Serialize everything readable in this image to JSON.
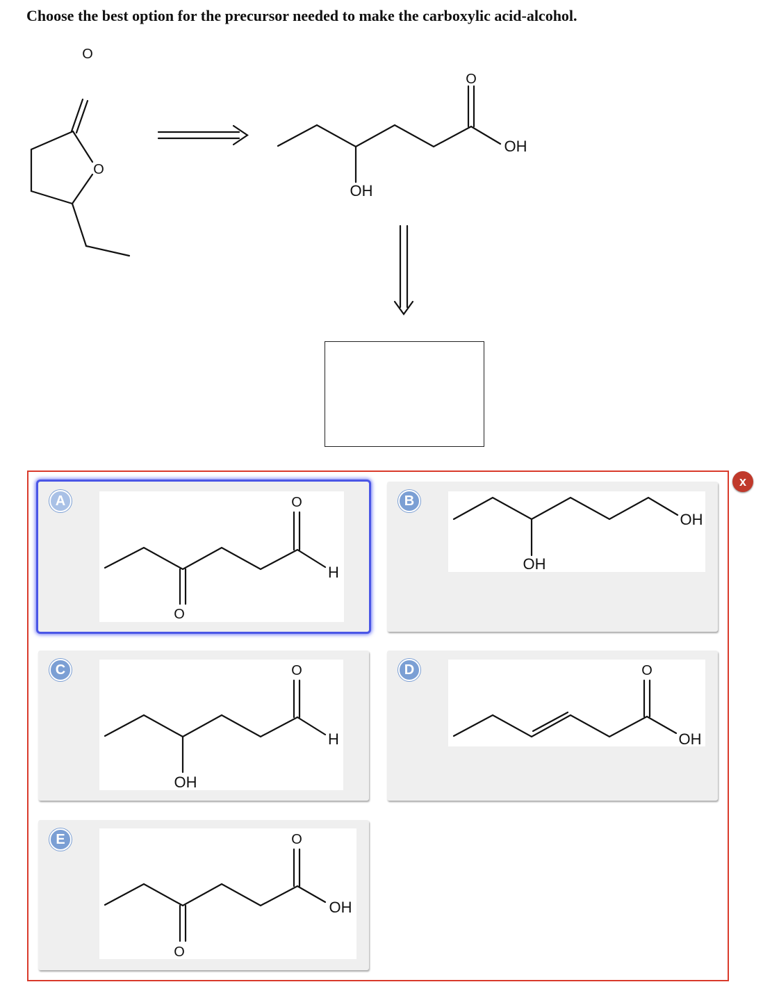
{
  "question": "Choose the best option for the precursor needed to make the carboxylic acid-alcohol.",
  "scheme": {
    "lactone_label": "O",
    "lactone_ketone_label": "O",
    "product_carbonyl_label": "O",
    "product_oh_label": "OH",
    "product_side_oh_label": "OH"
  },
  "options": [
    {
      "letter": "A",
      "selected": true,
      "labels": [
        "O",
        "H",
        "O"
      ]
    },
    {
      "letter": "B",
      "selected": false,
      "labels": [
        "OH",
        "OH"
      ]
    },
    {
      "letter": "C",
      "selected": false,
      "labels": [
        "O",
        "H",
        "OH"
      ]
    },
    {
      "letter": "D",
      "selected": false,
      "labels": [
        "O",
        "OH"
      ]
    },
    {
      "letter": "E",
      "selected": false,
      "labels": [
        "O",
        "OH",
        "O"
      ]
    }
  ],
  "close_label": "x",
  "colors": {
    "frame": "#d93a2b",
    "badge": "#7b9fd4",
    "selected": "#4a56e6",
    "close": "#c0392b"
  }
}
